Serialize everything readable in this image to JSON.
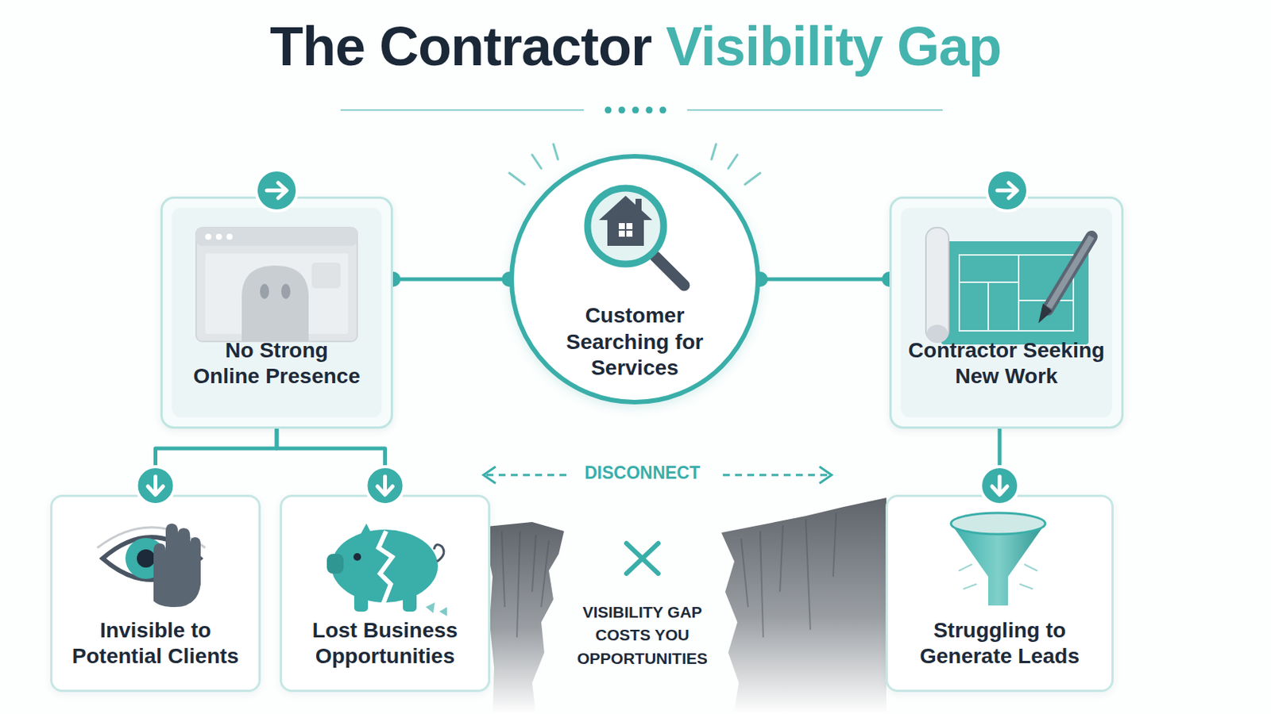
{
  "diagram": {
    "title": "The Contractor Visibility Gap",
    "nodes": [
      {
        "text": [
          "No Strong Online Presence"
        ]
      },
      {
        "text": [
          "Customer Searching for Services"
        ]
      },
      {
        "text": [
          "Contractor Seeking New Work"
        ]
      },
      {
        "text": [
          "Invisible to Potential Clients"
        ]
      },
      {
        "text": [
          "Lost Business Opportunities"
        ]
      },
      {
        "text": [
          "Struggling to Generate Leads"
        ]
      }
    ],
    "edges": [
      {
        "from": 0,
        "to": 1,
        "arrow": "none"
      },
      {
        "from": 1,
        "to": 2,
        "arrow": "none"
      },
      {
        "from": 0,
        "to": 3,
        "arrow": "to"
      },
      {
        "from": 0,
        "to": 4,
        "arrow": "to"
      },
      {
        "from": 2,
        "to": 5,
        "arrow": "to"
      }
    ],
    "labels": [
      "DISCONNECT",
      "VISIBILITY GAP COSTS YOU OPPORTUNITIES"
    ]
  }
}
